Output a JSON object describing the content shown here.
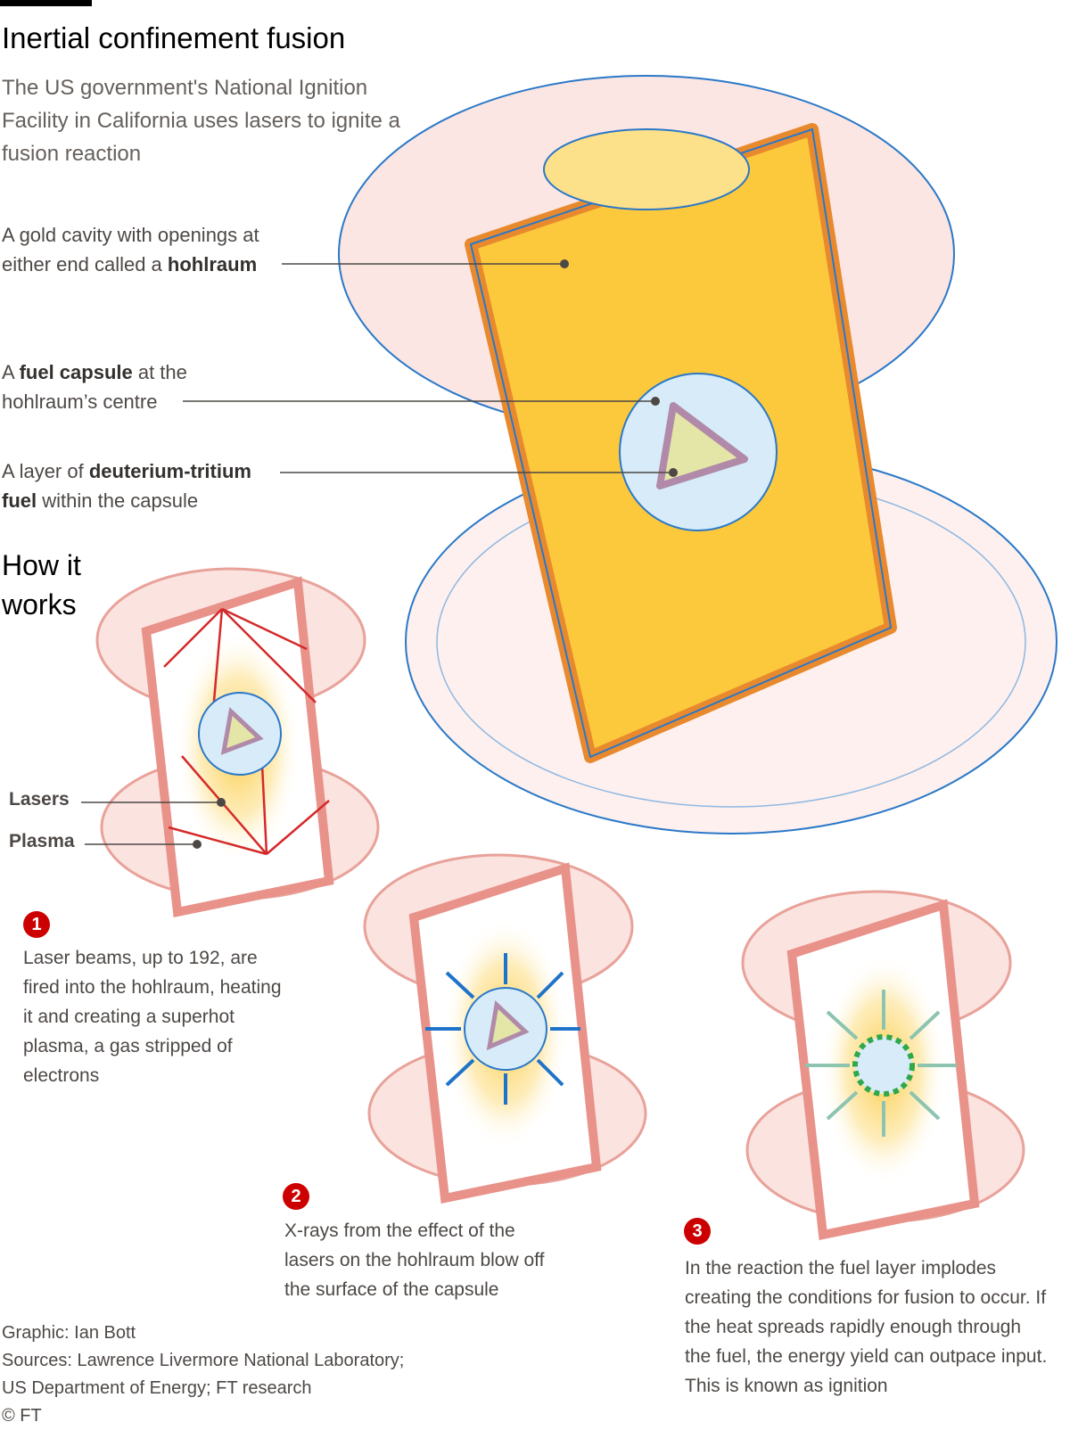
{
  "header": {
    "title": "Inertial confinement fusion",
    "subtitle": "The US government's National Ignition Facility in California uses lasers to ignite a fusion reaction"
  },
  "callouts": {
    "hohlraum": {
      "pre": "A gold cavity with openings at either end called a ",
      "bold": "hohlraum"
    },
    "capsule": {
      "pre": "A ",
      "bold": "fuel capsule",
      "post": " at the hohlraum’s centre"
    },
    "fuel": {
      "pre": "A layer of ",
      "bold": "deuterium-tritium fuel",
      "post": " within the capsule"
    }
  },
  "how": {
    "heading": "How it works",
    "lasers_label": "Lasers",
    "plasma_label": "Plasma"
  },
  "steps": [
    {
      "number": "1",
      "text": "Laser beams, up to 192, are fired into the hohlraum, heating it and creating a superhot plasma, a gas stripped of electrons"
    },
    {
      "number": "2",
      "text": "X-rays from the effect of the lasers on the hohlraum blow off the surface of the capsule"
    },
    {
      "number": "3",
      "text": "In the reaction the fuel layer implodes creating the conditions for fusion to occur. If the heat spreads rapidly enough through the fuel, the energy yield can outpace input. This is known as ignition"
    }
  ],
  "footer": {
    "graphic": "Graphic: Ian Bott",
    "sources1": "Sources: Lawrence Livermore National Laboratory;",
    "sources2": "US Department of Energy; FT research",
    "copyright": "© FT"
  },
  "colors": {
    "gold": "#fcc83c",
    "orange": "#e8892e",
    "pink": "#f3c2bc",
    "blue": "#2a78c8",
    "red": "#cc0000"
  }
}
